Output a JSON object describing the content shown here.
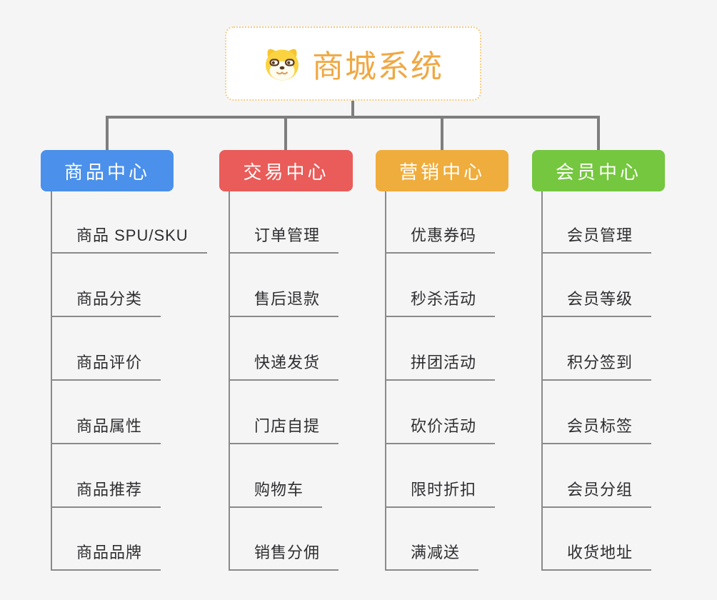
{
  "root": {
    "title": "商城系统",
    "icon": "dog-face-icon",
    "accent_color": "#F0A843",
    "border_color": "#F7CA7F"
  },
  "branches": [
    {
      "label": "商品中心",
      "color": "#4B90EA",
      "children": [
        "商品 SPU/SKU",
        "商品分类",
        "商品评价",
        "商品属性",
        "商品推荐",
        "商品品牌"
      ]
    },
    {
      "label": "交易中心",
      "color": "#E95C59",
      "children": [
        "订单管理",
        "售后退款",
        "快递发货",
        "门店自提",
        "购物车",
        "销售分佣"
      ]
    },
    {
      "label": "营销中心",
      "color": "#EFAD3D",
      "children": [
        "优惠券码",
        "秒杀活动",
        "拼团活动",
        "砍价活动",
        "限时折扣",
        "满减送"
      ]
    },
    {
      "label": "会员中心",
      "color": "#75C73F",
      "children": [
        "会员管理",
        "会员等级",
        "积分签到",
        "会员标签",
        "会员分组",
        "收货地址"
      ]
    }
  ],
  "colors": {
    "background": "#F5F5F6",
    "tree_line": "#7E7E7E",
    "branch_line": "#8A8A8A",
    "leaf_text": "#2E2E30",
    "node_text": "#FFFFFF"
  }
}
